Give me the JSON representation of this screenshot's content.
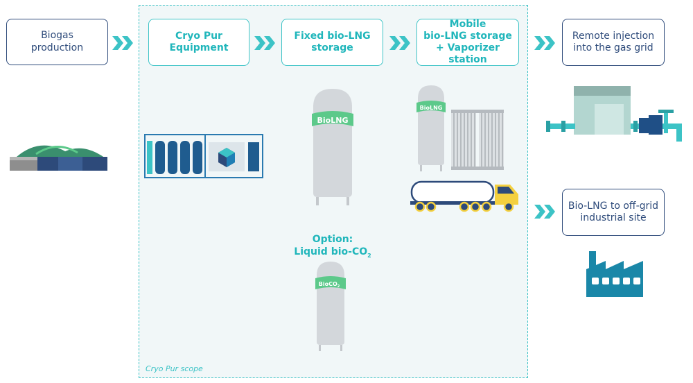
{
  "scope_label": "Cryo Pur scope",
  "steps": {
    "biogas": "Biogas\nproduction",
    "cryopur": "Cryo Pur\nEquipment",
    "fixed": "Fixed bio-LNG\nstorage",
    "mobile": "Mobile\nbio-LNG storage\n+ Vaporizer station",
    "remote": "Remote injection\ninto the gas grid",
    "offgrid": "Bio-LNG to off-grid\nindustrial site"
  },
  "option": {
    "line1": "Option:",
    "line2": "Liquid bio-CO",
    "subscript": "2"
  },
  "tank_labels": {
    "fixed": "BioLNG",
    "mobile": "BioLNG",
    "co2": "BioCO",
    "co2_sub": "2"
  },
  "colors": {
    "teal": "#3cc3c6",
    "navy": "#2d4a7a",
    "green": "#5cc98a",
    "scope_bg": "#f1f7f8"
  },
  "icons": [
    "biogas-plant-icon",
    "cryopur-unit-icon",
    "fixed-tank-icon",
    "mobile-tank-icon",
    "vaporizer-icon",
    "truck-icon",
    "gas-grid-station-icon",
    "co2-tank-icon",
    "factory-icon"
  ]
}
